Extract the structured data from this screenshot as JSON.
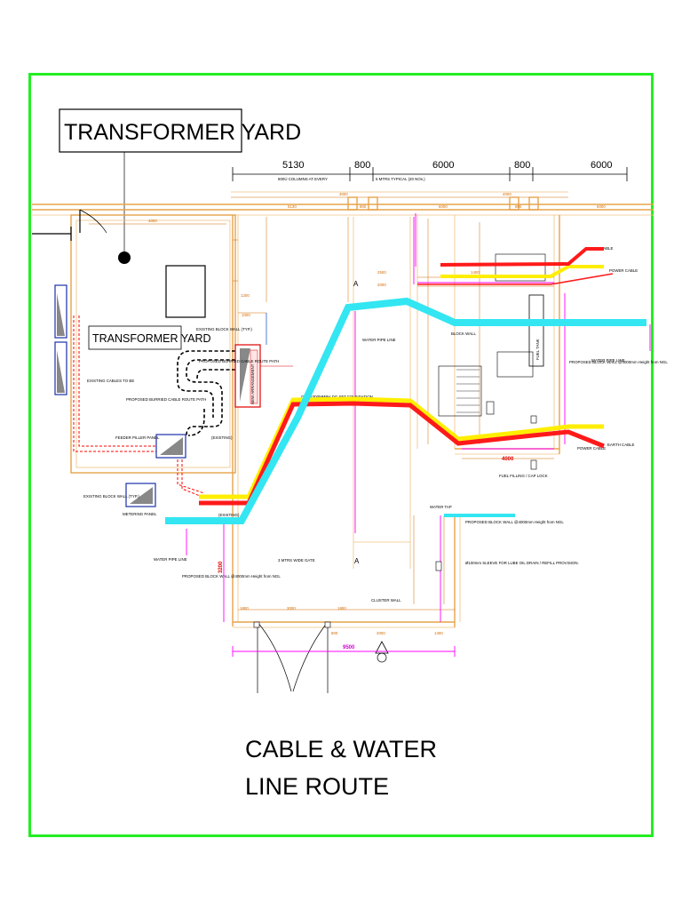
{
  "titles": {
    "header": "TRANSFORMER YARD",
    "inner": "TRANSFORMER YARD",
    "bottom_line1": "CABLE & WATER",
    "bottom_line2": "LINE ROUTE"
  },
  "top_dimensions": [
    "5130",
    "800",
    "6000",
    "800",
    "6000"
  ],
  "top_notes": {
    "columns_note": "800Ú COLUMNS AT EVERY",
    "mtrs_note": "6 MTRS TYPICAL (20 NOs.)"
  },
  "labels": {
    "existing_block_wall_top": "EXISTING BLOCK WALL (TYP.)",
    "existing_cables": "EXISTING CABLES TO BE",
    "proposed_buried": "PROPOSED BURRIED CABLE ROUTE PATH",
    "proposed_buried_inner": "PROPOSED BURRIED CABLE ROUTE PATH",
    "feeder_pillar": "FEEDER PILLER PANEL",
    "existing_feeder": "(EXISTING)",
    "existing_block_wall_bottom": "EXISTING BLOCK WALL (TYP.)",
    "metering_panel": "METERING PANEL",
    "existing_meter": "(EXISTING)",
    "water_pipe_line_left": "WATER PIPE LINE",
    "water_pipe_line_center": "WATER PIPE LINE",
    "water_pipe_line_right": "WATER PIPE LINE",
    "proposed_block_wall_left": "PROPOSED BLOCK WALL @4000mm Height from NGL",
    "proposed_block_wall_center": "PROPOSED BLOCK WALL @4000mm Height from NGL",
    "proposed_block_wall_right": "PROPOSED BLOCK WALL @4000mm Height from NGL",
    "gate": "3 MTRS WIDE GATE",
    "cluster_wall": "CLUSTER WALL",
    "water_tap": "WATER TAP",
    "sleeve": "Ø100mm SLEEVE FOR LUBE OIL DRAIN / REFILL PROVISION.",
    "fuel_filling": "FUEL FILLING / CAP LOCK",
    "block_wall": "BLOCK WALL",
    "earth_cable_top": "EARTH CABLE",
    "power_cable_top": "POWER CABLE",
    "power_cable_right": "POWER CABLE",
    "earth_cable_right": "EARTH CABLE",
    "foundation": "GDL/2300MMBH DG SET FOUNDATION",
    "new_arrangement": "NEW ARRANGEMENT",
    "fuel_tank": "FUEL TANK",
    "dim_4000_red": "4000",
    "dim_3200_red": "3200",
    "dim_9500": "9500",
    "marker_a1": "A",
    "marker_a2": "A"
  },
  "line_colors": {
    "water": "#33e6f2",
    "power": "#ff1a1a",
    "earth": "#ffee00",
    "frame": "#22ee22",
    "wall": "#e6a34a",
    "annotation": "#ff00ff"
  }
}
